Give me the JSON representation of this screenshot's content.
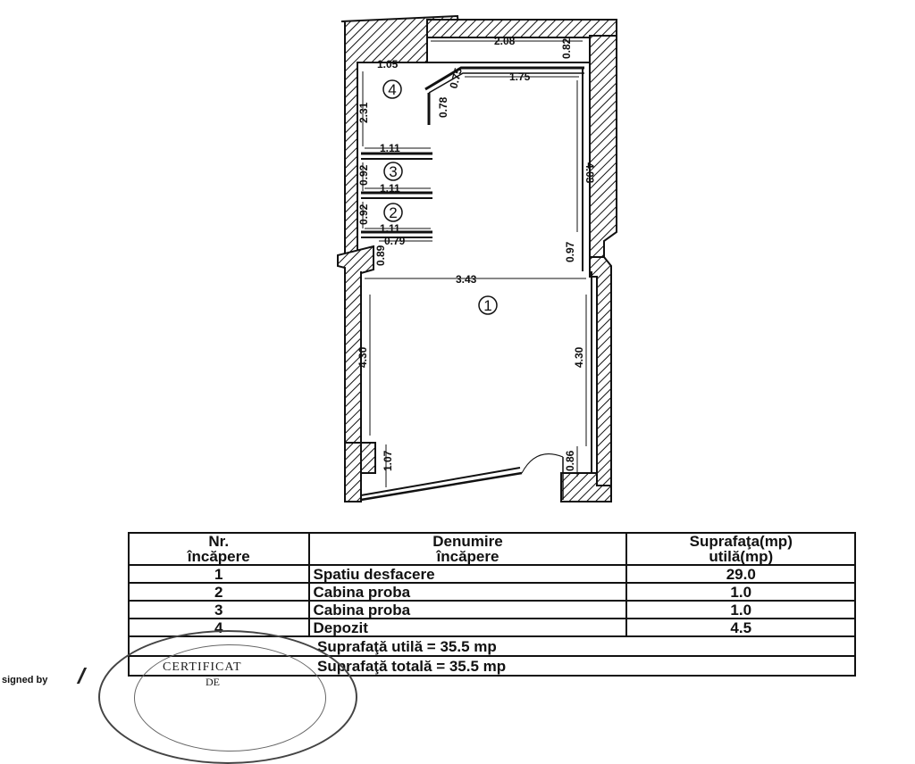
{
  "plan": {
    "dimensions": {
      "d_208": "2.08",
      "d_082": "0.82",
      "d_105": "1.05",
      "d_175": "1.75",
      "d_075": "0.75",
      "d_078": "0.78",
      "d_231": "2.31",
      "d_403": "4.03",
      "d_111a": "1.11",
      "d_092a": "0.92",
      "d_111b": "1.11",
      "d_092b": "0.92",
      "d_111c": "1.11",
      "d_079": "0.79",
      "d_097": "0.97",
      "d_089": "0.89",
      "d_343": "3.43",
      "d_430l": "4.30",
      "d_430r": "4.30",
      "d_107": "1.07",
      "d_086": "0.86"
    },
    "rooms": [
      "1",
      "2",
      "3",
      "4"
    ]
  },
  "table": {
    "headers": {
      "nr_line1": "Nr.",
      "nr_line2": "încăpere",
      "name_line1": "Denumire",
      "name_line2": "încăpere",
      "area_line1": "Suprafaţa(mp)",
      "area_line2": "utilă(mp)"
    },
    "rows": [
      {
        "nr": "1",
        "name": "Spatiu desfacere",
        "area": "29.0"
      },
      {
        "nr": "2",
        "name": "Cabina proba",
        "area": "1.0"
      },
      {
        "nr": "3",
        "name": "Cabina proba",
        "area": "1.0"
      },
      {
        "nr": "4",
        "name": "Depozit",
        "area": "4.5"
      }
    ],
    "total_useful": "Suprafaţă utilă = 35.5 mp",
    "total_overall": "Suprafaţă totală = 35.5 mp"
  },
  "stamp": {
    "line1": "CERTIFICAT",
    "line2": "DE"
  },
  "signed_label": "signed by"
}
